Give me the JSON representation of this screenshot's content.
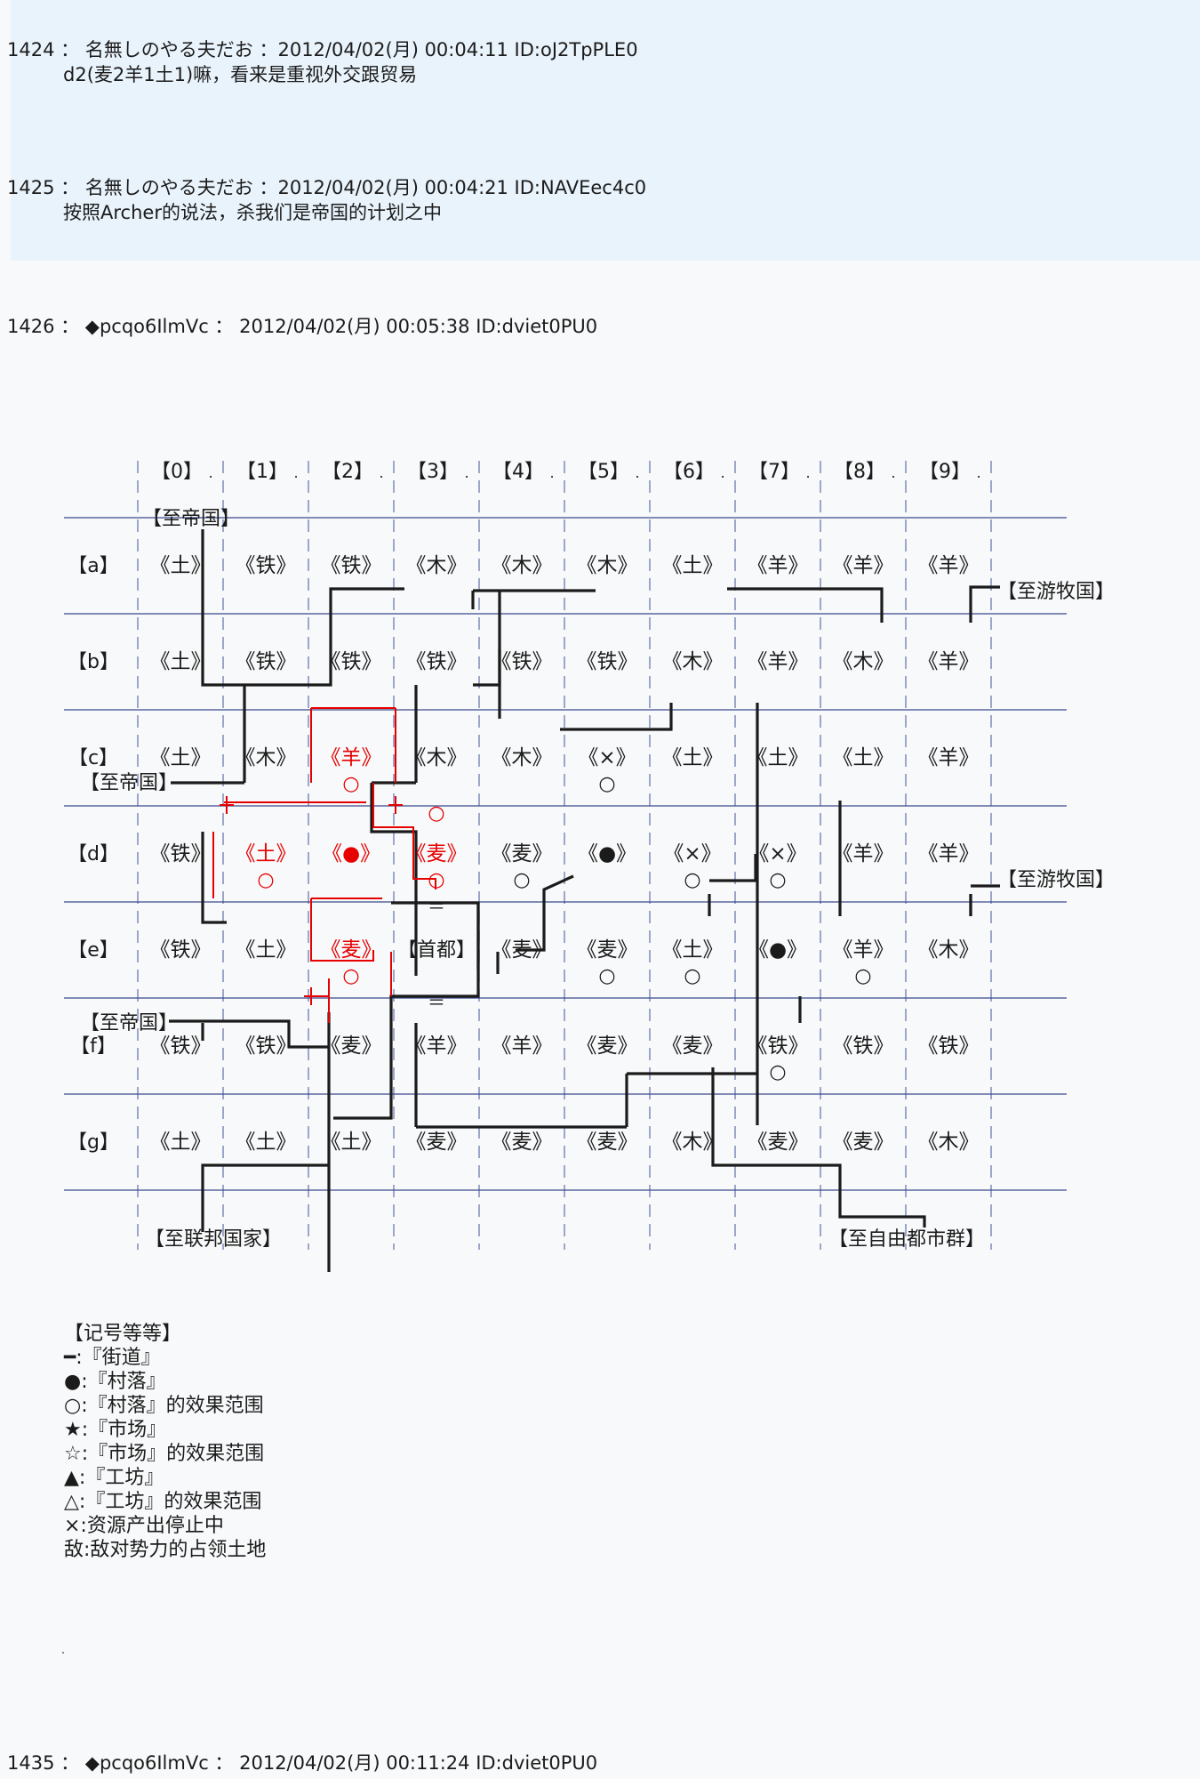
{
  "posts": [
    {
      "header": "1424 ： 名無しのやる夫だお ：2012/04/02(月) 00:04:11 ID:oJ2TpPLE0",
      "body": "d2(麦2羊1土1)嘛，看来是重视外交跟贸易"
    },
    {
      "header": "1425 ： 名無しのやる夫だお ：2012/04/02(月) 00:04:21 ID:NAVEec4c0",
      "body": "按照Archer的说法，杀我们是帝国的计划之中"
    },
    {
      "header": "1426 ： ◆pcqo6IlmVc ： 2012/04/02(月) 00:05:38 ID:dviet0PU0",
      "body": ""
    },
    {
      "header": "1435 ： ◆pcqo6IlmVc ： 2012/04/02(月) 00:11:24 ID:dviet0PU0",
      "body": ""
    }
  ],
  "map": {
    "col_labels": [
      "【0】",
      "【1】",
      "【2】",
      "【3】",
      "【4】",
      "【5】",
      "【6】",
      "【7】",
      "【8】",
      "【9】"
    ],
    "row_labels": [
      "【a】",
      "【b】",
      "【c】",
      "【d】",
      "【e】",
      "【f】",
      "【g】"
    ],
    "cells": [
      [
        "《土》",
        "《铁》",
        "《铁》",
        "《木》",
        "《木》",
        "《木》",
        "《土》",
        "《羊》",
        "《羊》",
        "《羊》"
      ],
      [
        "《土》",
        "《铁》",
        "《铁》",
        "《铁》",
        "《铁》",
        "《铁》",
        "《木》",
        "《羊》",
        "《木》",
        "《羊》"
      ],
      [
        "《土》",
        "《木》",
        "《羊》",
        "《木》",
        "《木》",
        "《×》",
        "《土》",
        "《土》",
        "《土》",
        "《羊》"
      ],
      [
        "《铁》",
        "《土》",
        "《●》",
        "《麦》",
        "《麦》",
        "《●》",
        "《×》",
        "《×》",
        "《羊》",
        "《羊》"
      ],
      [
        "《铁》",
        "《土》",
        "《麦》",
        "【首都】",
        "《麦》",
        "《麦》",
        "《土》",
        "《●》",
        "《羊》",
        "《木》"
      ],
      [
        "《铁》",
        "《铁》",
        "《麦》",
        "《羊》",
        "《羊》",
        "《麦》",
        "《麦》",
        "《铁》",
        "《铁》",
        "《铁》"
      ],
      [
        "《土》",
        "《土》",
        "《土》",
        "《麦》",
        "《麦》",
        "《麦》",
        "《木》",
        "《麦》",
        "《麦》",
        "《木》"
      ]
    ],
    "red_cells": [
      [
        2,
        2
      ],
      [
        3,
        1
      ],
      [
        3,
        2
      ],
      [
        3,
        3
      ],
      [
        4,
        2
      ]
    ],
    "circles": [
      [
        2,
        2
      ],
      [
        2,
        5
      ],
      [
        3,
        1
      ],
      [
        3,
        3
      ],
      [
        3,
        4
      ],
      [
        3,
        6
      ],
      [
        3,
        7
      ],
      [
        4,
        2
      ],
      [
        4,
        5
      ],
      [
        4,
        6
      ],
      [
        4,
        8
      ],
      [
        5,
        7
      ]
    ],
    "circle_glyph": "○",
    "equals_glyph": "＝",
    "destinations": {
      "to_empire": "【至帝国】",
      "to_nomads": "【至游牧国】",
      "to_federation": "【至联邦国家】",
      "to_free_cities": "【至自由都市群】"
    },
    "colors": {
      "ink": "#1b1b1b",
      "red": "#e60000",
      "grid": "#3a4a8c",
      "dash": "#6b7ab0"
    }
  },
  "legend": {
    "title": "【记号等等】",
    "items": [
      "━:『街道』",
      "●:『村落』",
      "○:『村落』的效果范围",
      "★:『市场』",
      "☆:『市场』的效果范围",
      "▲:『工坊』",
      "△:『工坊』的效果范围",
      "×:资源产出停止中",
      "敌:敌对势力的占领土地"
    ]
  }
}
